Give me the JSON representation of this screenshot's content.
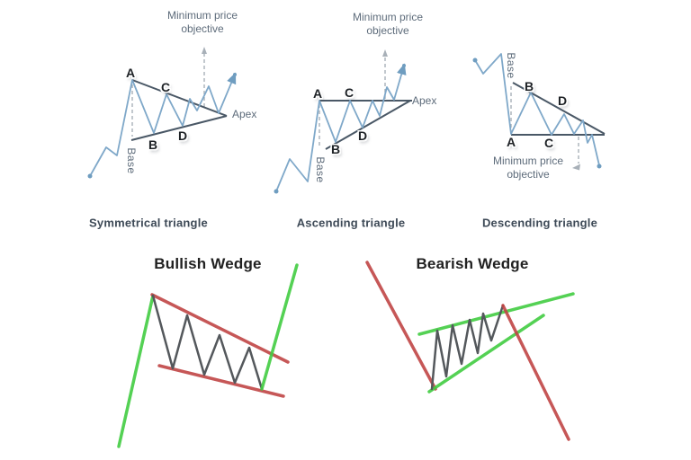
{
  "figure": {
    "patterns": {
      "symmetrical": {
        "caption": "Symmetrical triangle",
        "objective": "Minimum price objective",
        "base": "Base",
        "apex": "Apex",
        "a": "A",
        "b": "B",
        "c": "C",
        "d": "D"
      },
      "ascending": {
        "caption": "Ascending triangle",
        "objective": "Minimum price objective",
        "base": "Base",
        "apex": "Apex",
        "a": "A",
        "b": "B",
        "c": "C",
        "d": "D"
      },
      "descending": {
        "caption": "Descending triangle",
        "objective": "Minimum price objective",
        "base": "Base",
        "a": "A",
        "b": "B",
        "c": "C",
        "d": "D"
      },
      "bullish_wedge": {
        "title": "Bullish Wedge"
      },
      "bearish_wedge": {
        "title": "Bearish Wedge"
      }
    },
    "colors": {
      "price_line": "#7fa8c9",
      "trendline": "#4a5866",
      "dashed_guide": "#a8b0b8",
      "point_label": "#1e2226",
      "annotation_text": "#5e6c7b",
      "caption_text": "#3e4a57",
      "title_text": "#212121",
      "bullish_green": "#42cd42",
      "bearish_red": "#c04545",
      "zigzag_gray": "#54585c",
      "background": "#ffffff"
    }
  }
}
